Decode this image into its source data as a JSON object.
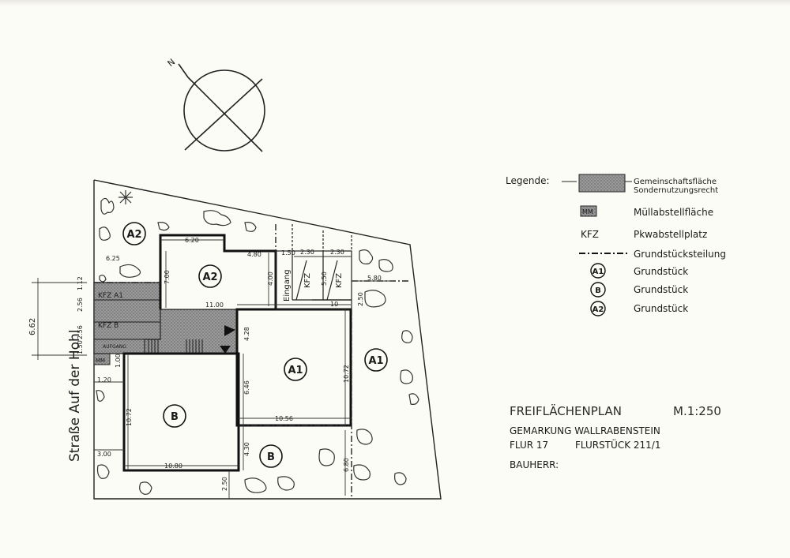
{
  "compass": {
    "north": "N"
  },
  "legend": {
    "title": "Legende:",
    "items": [
      {
        "symbol": "hatched-box",
        "text": "Gemeinschaftsfläche",
        "text2": "Sondernutzungsrecht"
      },
      {
        "symbol": "MM",
        "text": "Müllabstellfläche"
      },
      {
        "symbol": "KFZ",
        "text": "Pkwabstellplatz"
      },
      {
        "symbol": "dash-dot-line",
        "text": "Grundstücksteilung"
      },
      {
        "symbol": "A1",
        "text": "Grundstück"
      },
      {
        "symbol": "B",
        "text": "Grundstück"
      },
      {
        "symbol": "A2",
        "text": "Grundstück"
      }
    ]
  },
  "titleblock": {
    "title": "FREIFLÄCHENPLAN",
    "scale": "M.1:250",
    "district": "GEMARKUNG WALLRABENSTEIN",
    "flur": "FLUR 17",
    "flurstueck": "FLURSTÜCK 211/1",
    "bauherr": "BAUHERR:"
  },
  "street": {
    "name": "Straße Auf der Hohl"
  },
  "plan": {
    "parcels": {
      "A2_top": "A2",
      "A2_house": "A2",
      "A1_house": "A1",
      "A1_yard": "A1",
      "B_house": "B",
      "B_yard": "B"
    },
    "labels": {
      "kfz_a1": "KFZ A1",
      "kfz_b": "KFZ B",
      "aufgang": "AUFGANG",
      "mm": "MM",
      "eingang": "Eingang",
      "kfz_1": "KFZ",
      "kfz_2": "KFZ"
    },
    "dimensions": {
      "d620": "6.20",
      "d625": "6.25",
      "d480": "4.80",
      "d1100": "11.00",
      "d700": "7.00",
      "d400": "4.00",
      "d662": "6.62",
      "d256a": "2.56",
      "d256b": "2.56",
      "d150": "1.50",
      "d112": "1.12",
      "d1072a": "10.72",
      "d1072b": "10.72",
      "d428": "4.28",
      "d646": "6.46",
      "d1056": "10.56",
      "d1080": "10.80",
      "d430": "4.30",
      "d680": "6.80",
      "d250a": "2.50",
      "d250b": "2.50",
      "d300": "3.00",
      "d120": "1.20",
      "d100": "1.00",
      "d230a": "2.30",
      "d230b": "2.30",
      "d550": "5.50",
      "d580": "5.80",
      "d150b": "1.50",
      "d10": "10"
    }
  }
}
